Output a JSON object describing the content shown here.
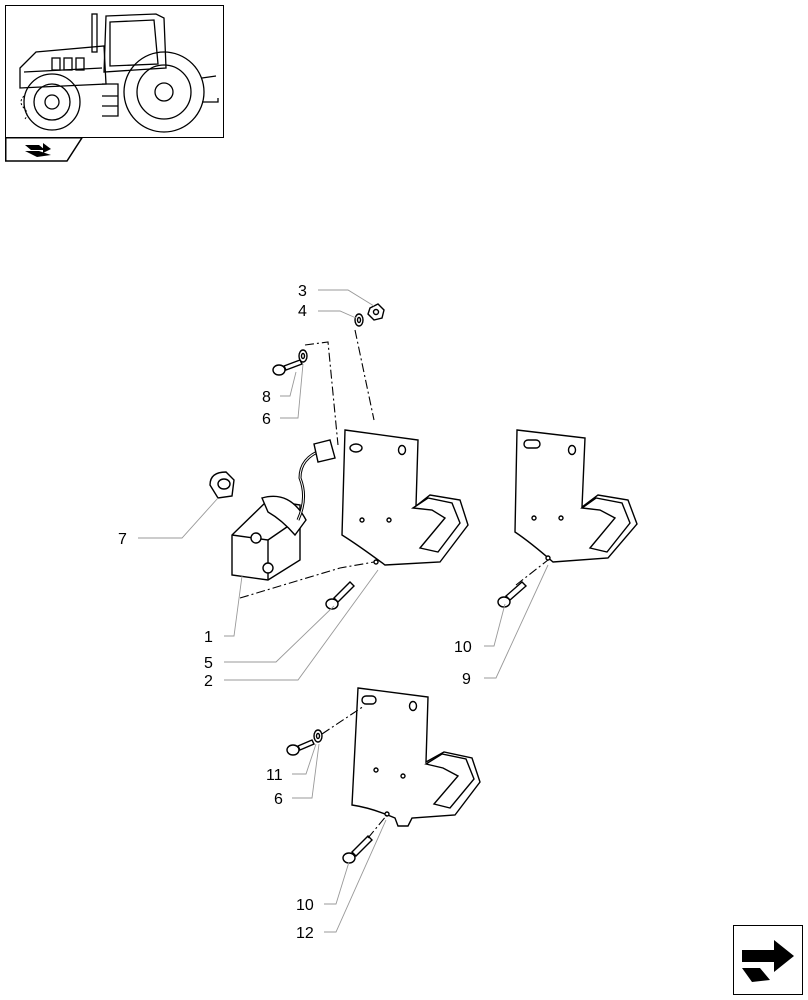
{
  "callouts": [
    {
      "id": "c3",
      "text": "3"
    },
    {
      "id": "c4",
      "text": "4"
    },
    {
      "id": "c8",
      "text": "8"
    },
    {
      "id": "c6a",
      "text": "6"
    },
    {
      "id": "c7",
      "text": "7"
    },
    {
      "id": "c1",
      "text": "1"
    },
    {
      "id": "c5",
      "text": "5"
    },
    {
      "id": "c2",
      "text": "2"
    },
    {
      "id": "c10a",
      "text": "10"
    },
    {
      "id": "c9",
      "text": "9"
    },
    {
      "id": "c11",
      "text": "11"
    },
    {
      "id": "c6b",
      "text": "6"
    },
    {
      "id": "c10b",
      "text": "10"
    },
    {
      "id": "c12",
      "text": "12"
    }
  ],
  "icons": {
    "thumbnail": "tractor-thumbnail-icon",
    "section_tab": "book-arrow-icon",
    "navigation": "next-page-arrow-icon"
  }
}
